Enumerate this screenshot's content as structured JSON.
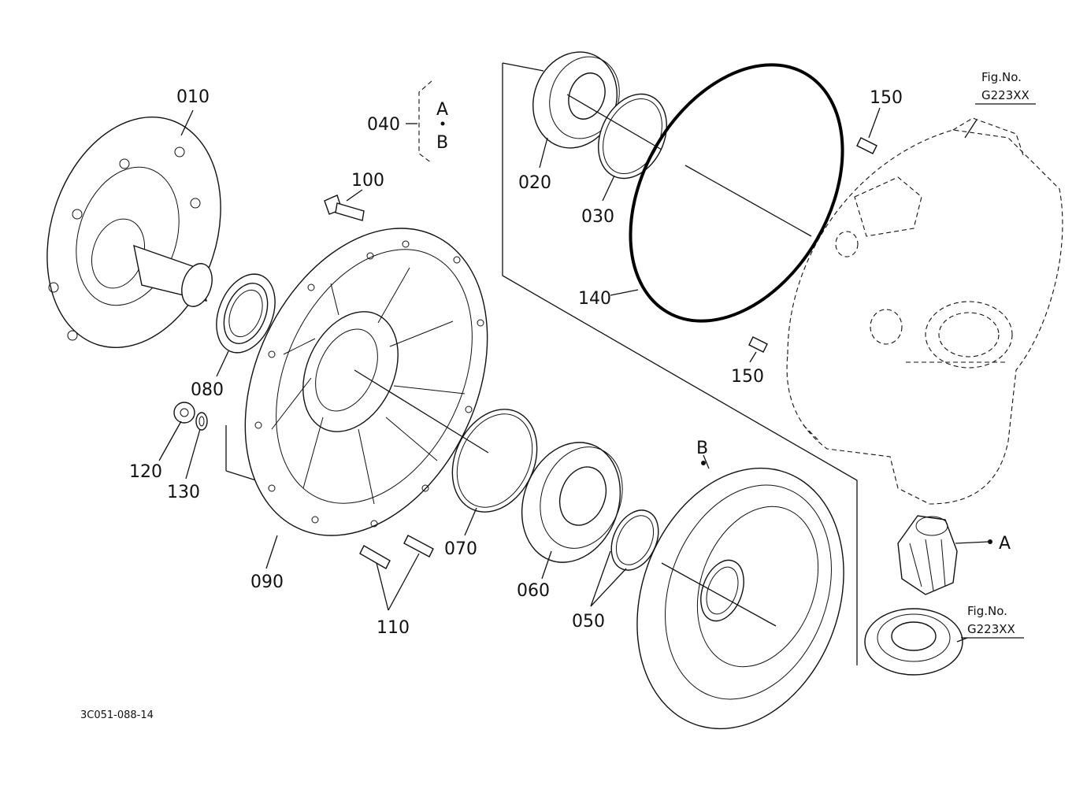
{
  "labels": {
    "p010": "010",
    "p020": "020",
    "p030": "030",
    "p040": "040",
    "p040_a": "A",
    "p040_b": "B",
    "p050": "050",
    "p060": "060",
    "p070": "070",
    "p080": "080",
    "p090": "090",
    "p100": "100",
    "p110": "110",
    "p120": "120",
    "p130": "130",
    "p140": "140",
    "p150_top": "150",
    "p150_bottom": "150",
    "marker_a": "A",
    "marker_b": "B"
  },
  "fig_refs": {
    "top": {
      "prefix": "Fig.No.",
      "number": "G223XX"
    },
    "bottom": {
      "prefix": "Fig.No.",
      "number": "G223XX"
    }
  },
  "drawing_code": "3C051-088-14"
}
